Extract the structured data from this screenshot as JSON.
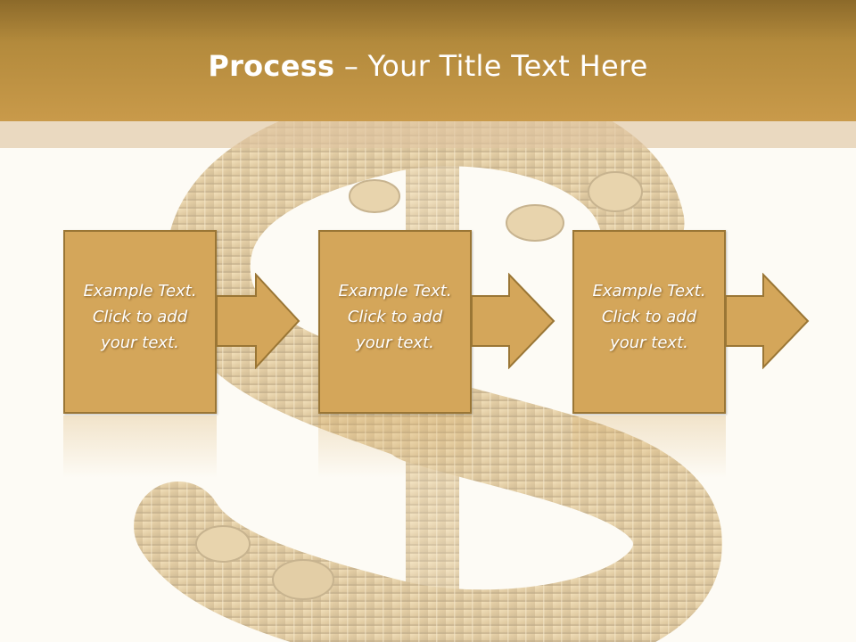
{
  "slide": {
    "title_bold": "Process",
    "title_separator": " – ",
    "title_rest": "Your Title Text Here"
  },
  "steps": [
    {
      "text": "Example Text.\nClick  to add\nyour text."
    },
    {
      "text": "Example Text.\nClick  to add\nyour text."
    },
    {
      "text": "Example Text.\nClick  to add\nyour text."
    }
  ],
  "colors": {
    "header": "#b38a3c",
    "box_fill": "#d4a65a",
    "box_border": "#9a7635",
    "background": "#fdfbf5"
  },
  "background_art": "gold-coin-dollar-sign-icon"
}
